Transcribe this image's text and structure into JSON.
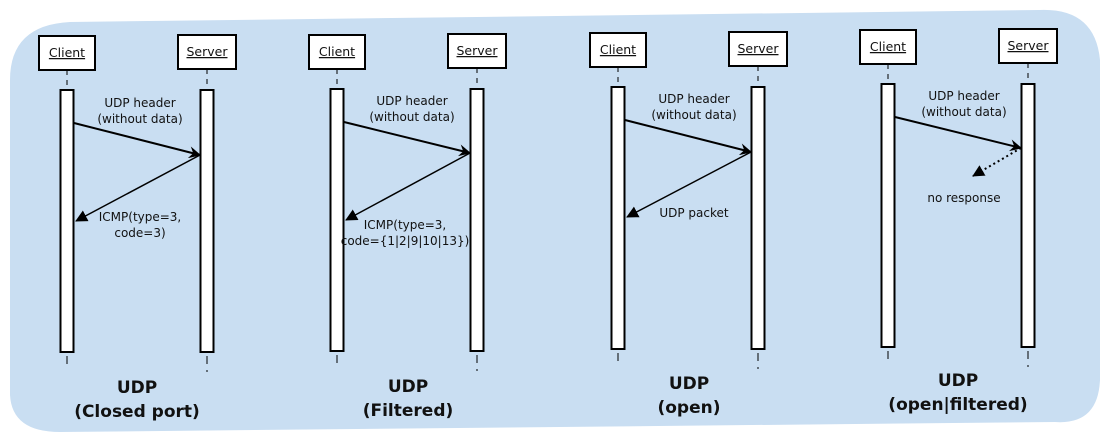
{
  "background_color": "#c9def2",
  "diagrams": [
    {
      "client": "Client",
      "server": "Server",
      "request_label": [
        "UDP header",
        "(without data)"
      ],
      "response_label": [
        "ICMP(type=3,",
        "code=3)"
      ],
      "response_style": "solid",
      "title": [
        "UDP",
        "(Closed port)"
      ]
    },
    {
      "client": "Client",
      "server": "Server",
      "request_label": [
        "UDP header",
        "(without data)"
      ],
      "response_label": [
        "ICMP(type=3,",
        "code={1|2|9|10|13})"
      ],
      "response_style": "solid",
      "title": [
        "UDP",
        "(Filtered)"
      ]
    },
    {
      "client": "Client",
      "server": "Server",
      "request_label": [
        "UDP header",
        "(without data)"
      ],
      "response_label": [
        "UDP packet"
      ],
      "response_style": "solid",
      "title": [
        "UDP",
        "(open)"
      ]
    },
    {
      "client": "Client",
      "server": "Server",
      "request_label": [
        "UDP header",
        "(without data)"
      ],
      "response_label": [
        "no response"
      ],
      "response_style": "dotted",
      "title": [
        "UDP",
        "(open|filtered)"
      ]
    }
  ]
}
